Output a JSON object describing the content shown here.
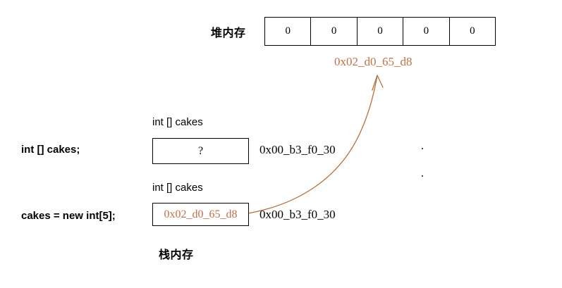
{
  "diagram": {
    "heap": {
      "label": "堆内存",
      "cells": [
        "0",
        "0",
        "0",
        "0",
        "0"
      ],
      "address": "0x02_d0_65_d8"
    },
    "stack": {
      "label": "栈内存",
      "rows": [
        {
          "statement": "int [] cakes;",
          "var_label": "int [] cakes",
          "box_value": "?",
          "address": "0x00_b3_f0_30"
        },
        {
          "statement": "cakes = new int[5];",
          "var_label": "int [] cakes",
          "box_value": "0x02_d0_65_d8",
          "address": "0x00_b3_f0_30"
        }
      ]
    },
    "colors": {
      "reference": "#c0714a",
      "text": "#000000",
      "border": "#000000",
      "background": "#ffffff"
    },
    "arrow": {
      "name": "reference-arrow",
      "from": "stack-box-2",
      "to": "heap-address"
    }
  }
}
